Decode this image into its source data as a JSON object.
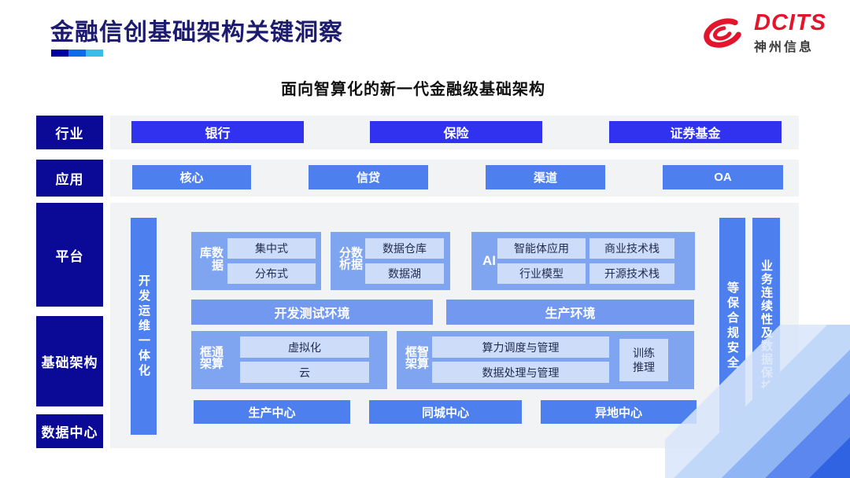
{
  "page": {
    "title": "金融信创基础架构关键洞察",
    "subtitle": "面向智算化的新一代金融级基础架构",
    "logo": {
      "brand": "DCITS",
      "company": "神州信息"
    }
  },
  "colors": {
    "title_navy": "#1d1b6e",
    "label_navy": "#0a0a96",
    "industry_blue": "#3132f0",
    "primary_blue": "#4d80ee",
    "group_blue": "#7fa4f0",
    "env_blue": "#7398ef",
    "chip_blue": "#cddcf8",
    "panel_gray": "#f2f3f5",
    "brand_red": "#e2152d",
    "accent_cyan": "#38bde9"
  },
  "rows": {
    "industry": {
      "label": "行业",
      "items": [
        "银行",
        "保险",
        "证券基金"
      ]
    },
    "application": {
      "label": "应用",
      "items": [
        "核心",
        "信贷",
        "渠道",
        "OA"
      ]
    },
    "platform_label": "平台",
    "infrastructure_label": "基础架构",
    "datacenter_label": "数据中心"
  },
  "platform": {
    "devops_bar": "开发运维一体化",
    "security_bar": "等保合规安全",
    "continuity_bar": "业务连续性及数据保护",
    "groups": [
      {
        "label": "数据库",
        "items": [
          "集中式",
          "分布式"
        ]
      },
      {
        "label": "数据分析",
        "items": [
          "数据仓库",
          "数据湖"
        ]
      },
      {
        "label": "AI",
        "items": [
          "智能体应用",
          "商业技术栈",
          "行业模型",
          "开源技术栈"
        ]
      }
    ],
    "environments": [
      "开发测试环境",
      "生产环境"
    ],
    "frameworks": [
      {
        "label": "通算框架",
        "items": [
          "虚拟化",
          "云"
        ]
      },
      {
        "label": "智算框架",
        "items": [
          "算力调度与管理",
          "数据处理与管理"
        ],
        "side": {
          "line1": "训练",
          "line2": "推理"
        }
      }
    ],
    "centers": [
      "生产中心",
      "同城中心",
      "异地中心"
    ]
  }
}
